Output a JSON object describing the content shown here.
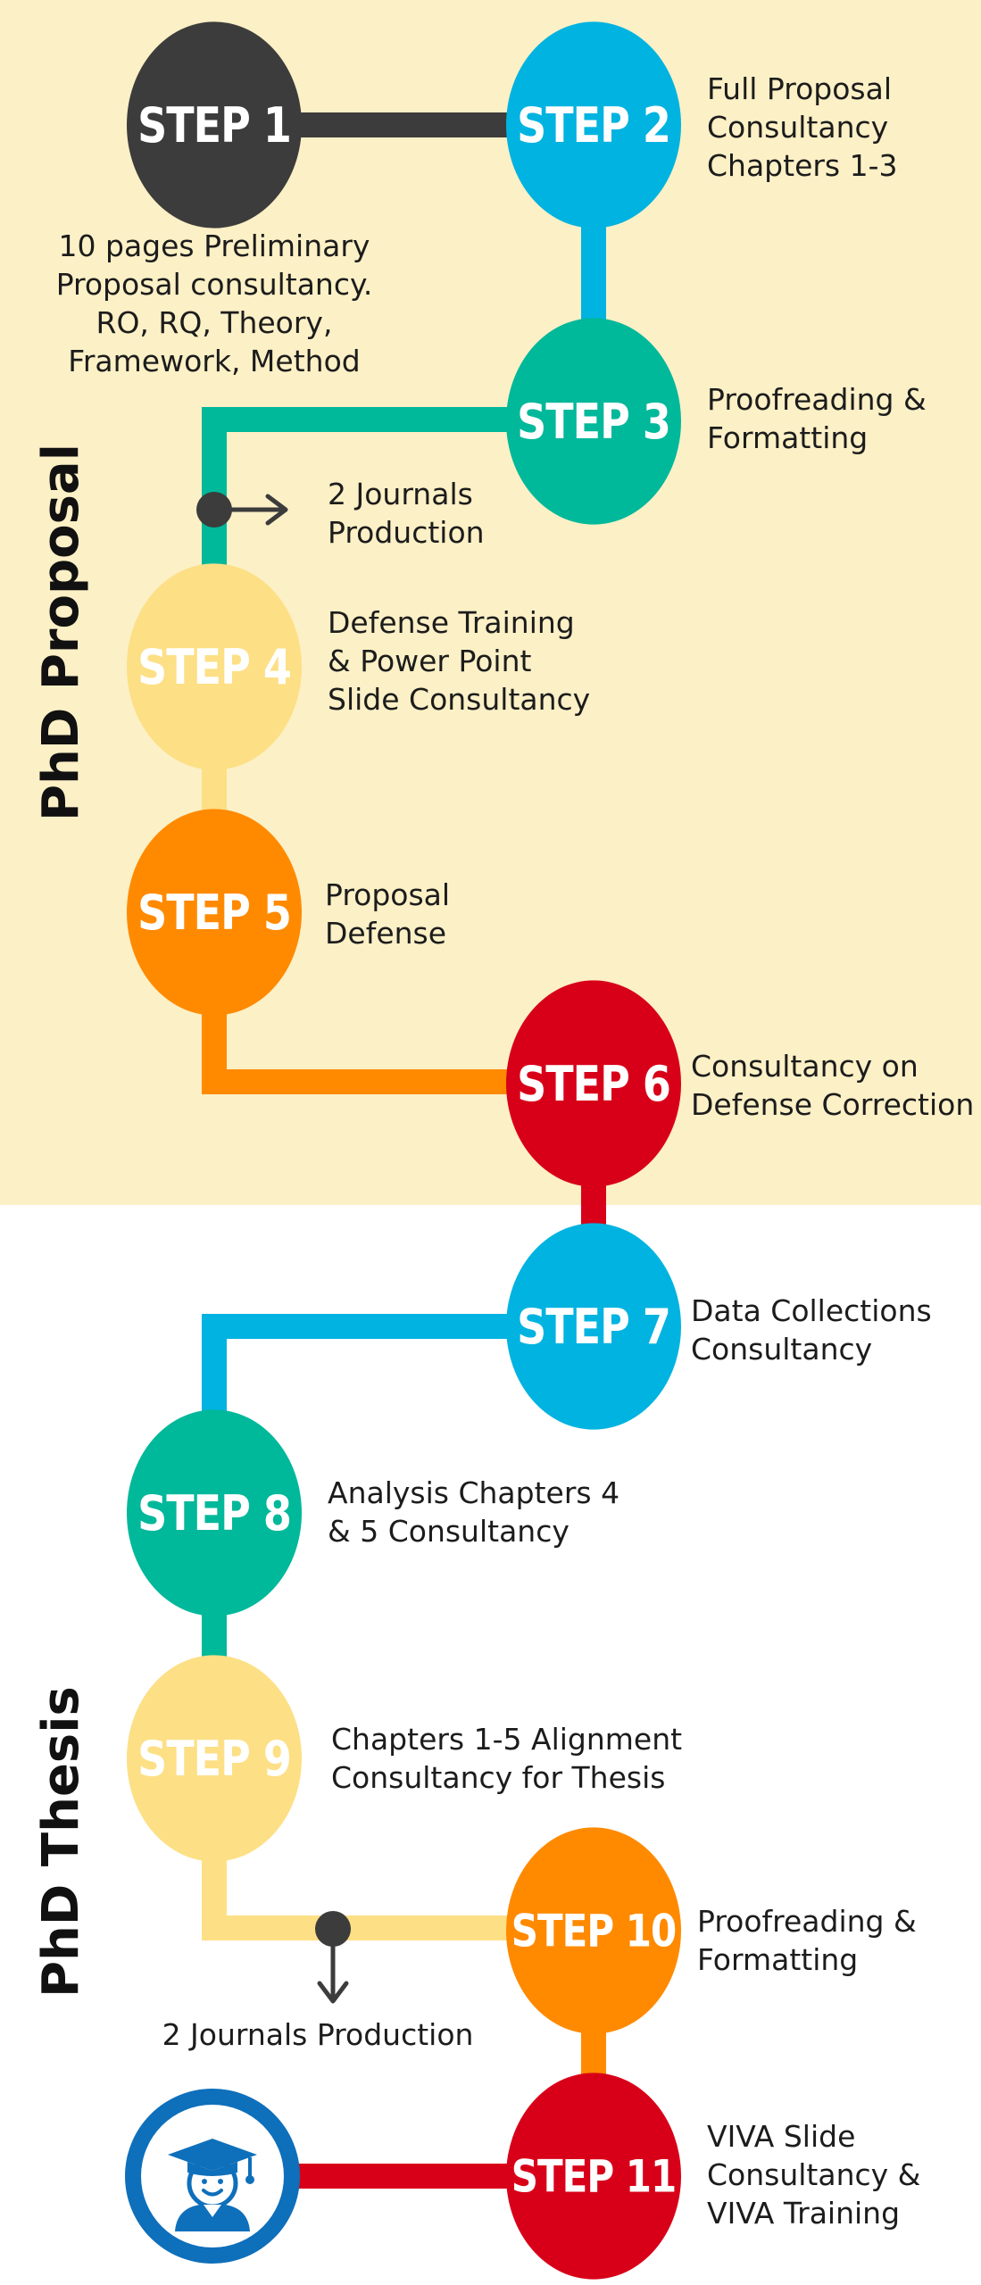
{
  "sections": {
    "proposal": "PhD Proposal",
    "thesis": "PhD Thesis"
  },
  "steps": [
    {
      "label": "STEP 1",
      "description": "10 pages Preliminary\nProposal consultancy.\nRO, RQ, Theory,\nFramework, Method",
      "color": "#3c3c3c"
    },
    {
      "label": "STEP 2",
      "description": "Full Proposal\nConsultancy\nChapters 1-3",
      "color": "#00b3e0"
    },
    {
      "label": "STEP 3",
      "description": "Proofreading &\nFormatting",
      "color": "#00b89a"
    },
    {
      "label": "STEP 4",
      "description": "Defense Training\n& Power Point\nSlide Consultancy",
      "color": "#fddf85"
    },
    {
      "label": "STEP 5",
      "description": "Proposal\nDefense",
      "color": "#ff8a00"
    },
    {
      "label": "STEP 6",
      "description": "Consultancy on\nDefense Correction",
      "color": "#d80019"
    },
    {
      "label": "STEP 7",
      "description": "Data Collections\nConsultancy",
      "color": "#00b3e0"
    },
    {
      "label": "STEP 8",
      "description": "Analysis Chapters 4\n& 5 Consultancy",
      "color": "#00b89a"
    },
    {
      "label": "STEP 9",
      "description": "Chapters 1-5 Alignment\nConsultancy for Thesis",
      "color": "#fddf85"
    },
    {
      "label": "STEP 10",
      "description": "Proofreading &\nFormatting",
      "color": "#ff8a00"
    },
    {
      "label": "STEP 11",
      "description": "VIVA Slide\nConsultancy &\nVIVA Training",
      "color": "#d80019"
    }
  ],
  "journals": {
    "proposal_branch": "2 Journals\nProduction",
    "thesis_branch": "2 Journals Production"
  },
  "colors": {
    "proposal_band": "#fcf0c6",
    "graduate_ring": "#0e6fbb",
    "marker": "#3c3c3c"
  },
  "icons": {
    "graduate": "graduate-cap-icon"
  }
}
